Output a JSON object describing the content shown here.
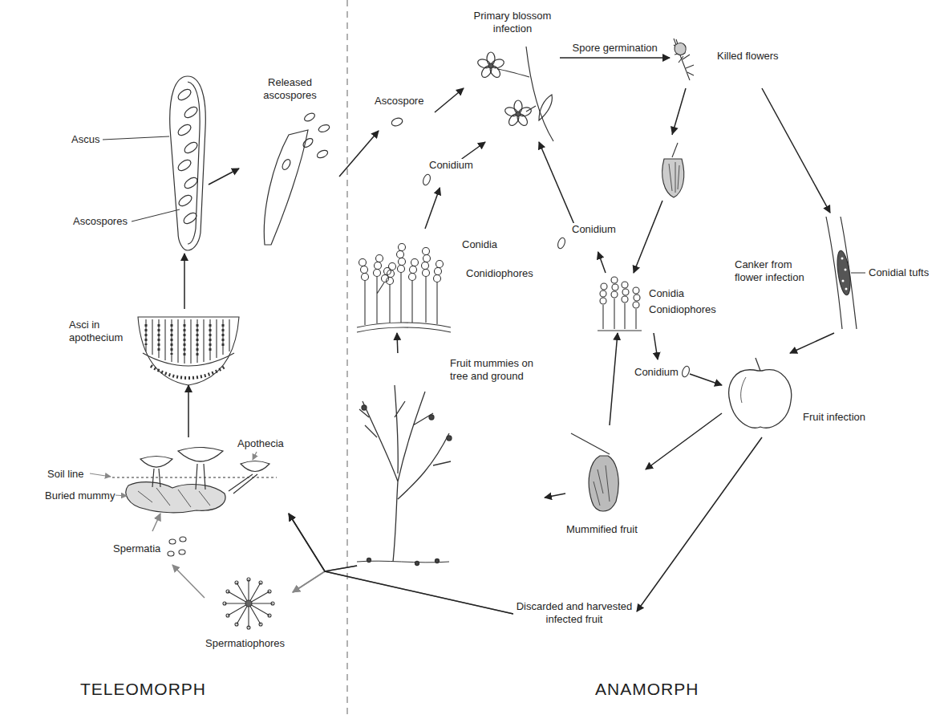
{
  "diagram": {
    "nodes": [
      {
        "text": [
          "Ascus",
          "Ascospores"
        ]
      },
      {
        "text": [
          "Released ascospores"
        ]
      },
      {
        "text": [
          "Ascospore"
        ]
      },
      {
        "text": [
          "Asci in apothecium"
        ]
      },
      {
        "text": [
          "Apothecia",
          "Soil line",
          "Buried mummy"
        ]
      },
      {
        "text": [
          "Spermatia"
        ]
      },
      {
        "text": [
          "Spermatiophores"
        ]
      },
      {
        "text": [
          "Primary blossom infection"
        ]
      },
      {
        "text": [
          "Conidium"
        ]
      },
      {
        "text": [
          "Conidia",
          "Conidiophores"
        ]
      },
      {
        "text": [
          "Fruit mummies on tree and ground"
        ]
      },
      {
        "text": [
          "Conidium"
        ]
      },
      {
        "text": [
          "Killed flowers"
        ]
      },
      {
        "text": [
          "Conidia",
          "Conidiophores"
        ]
      },
      {
        "text": [
          "Canker from flower infection",
          "Conidial tufts"
        ]
      },
      {
        "text": [
          "Conidium"
        ]
      },
      {
        "text": [
          "Fruit infection"
        ]
      },
      {
        "text": [
          "Mummified fruit"
        ]
      },
      {
        "text": [
          "Discarded and harvested infected fruit"
        ]
      }
    ],
    "edges": [
      {
        "from": 4,
        "to": 3,
        "arrow": "to"
      },
      {
        "from": 3,
        "to": 0,
        "arrow": "to"
      },
      {
        "from": 0,
        "to": 1,
        "arrow": "to"
      },
      {
        "from": 1,
        "to": 2,
        "arrow": "to"
      },
      {
        "from": 2,
        "to": 7,
        "arrow": "to"
      },
      {
        "from": 8,
        "to": 7,
        "arrow": "to"
      },
      {
        "from": 9,
        "to": 8,
        "arrow": "to"
      },
      {
        "from": 10,
        "to": 9,
        "arrow": "to"
      },
      {
        "from": 7,
        "to": 12,
        "label": "Spore germination",
        "arrow": "to"
      },
      {
        "from": 12,
        "to": 14,
        "arrow": "to"
      },
      {
        "from": 12,
        "to": 13,
        "arrow": "to"
      },
      {
        "from": 13,
        "to": 11,
        "arrow": "to"
      },
      {
        "from": 11,
        "to": 7,
        "arrow": "to"
      },
      {
        "from": 13,
        "to": 15,
        "arrow": "to"
      },
      {
        "from": 15,
        "to": 16,
        "arrow": "to"
      },
      {
        "from": 14,
        "to": 16,
        "arrow": "to"
      },
      {
        "from": 16,
        "to": 17,
        "arrow": "to"
      },
      {
        "from": 16,
        "to": 18,
        "arrow": "to"
      },
      {
        "from": 17,
        "to": 10,
        "arrow": "to"
      },
      {
        "from": 17,
        "to": 13,
        "arrow": "to"
      },
      {
        "from": 10,
        "to": 6,
        "arrow": "to"
      },
      {
        "from": 18,
        "to": 6,
        "arrow": "to"
      },
      {
        "from": 10,
        "to": 4,
        "arrow": "to"
      },
      {
        "from": 18,
        "to": 4,
        "arrow": "to"
      },
      {
        "from": 6,
        "to": 5,
        "arrow": "to"
      },
      {
        "from": 5,
        "to": 4,
        "arrow": "to"
      }
    ],
    "labels": [
      "TELEOMORPH",
      "ANAMORPH"
    ]
  }
}
